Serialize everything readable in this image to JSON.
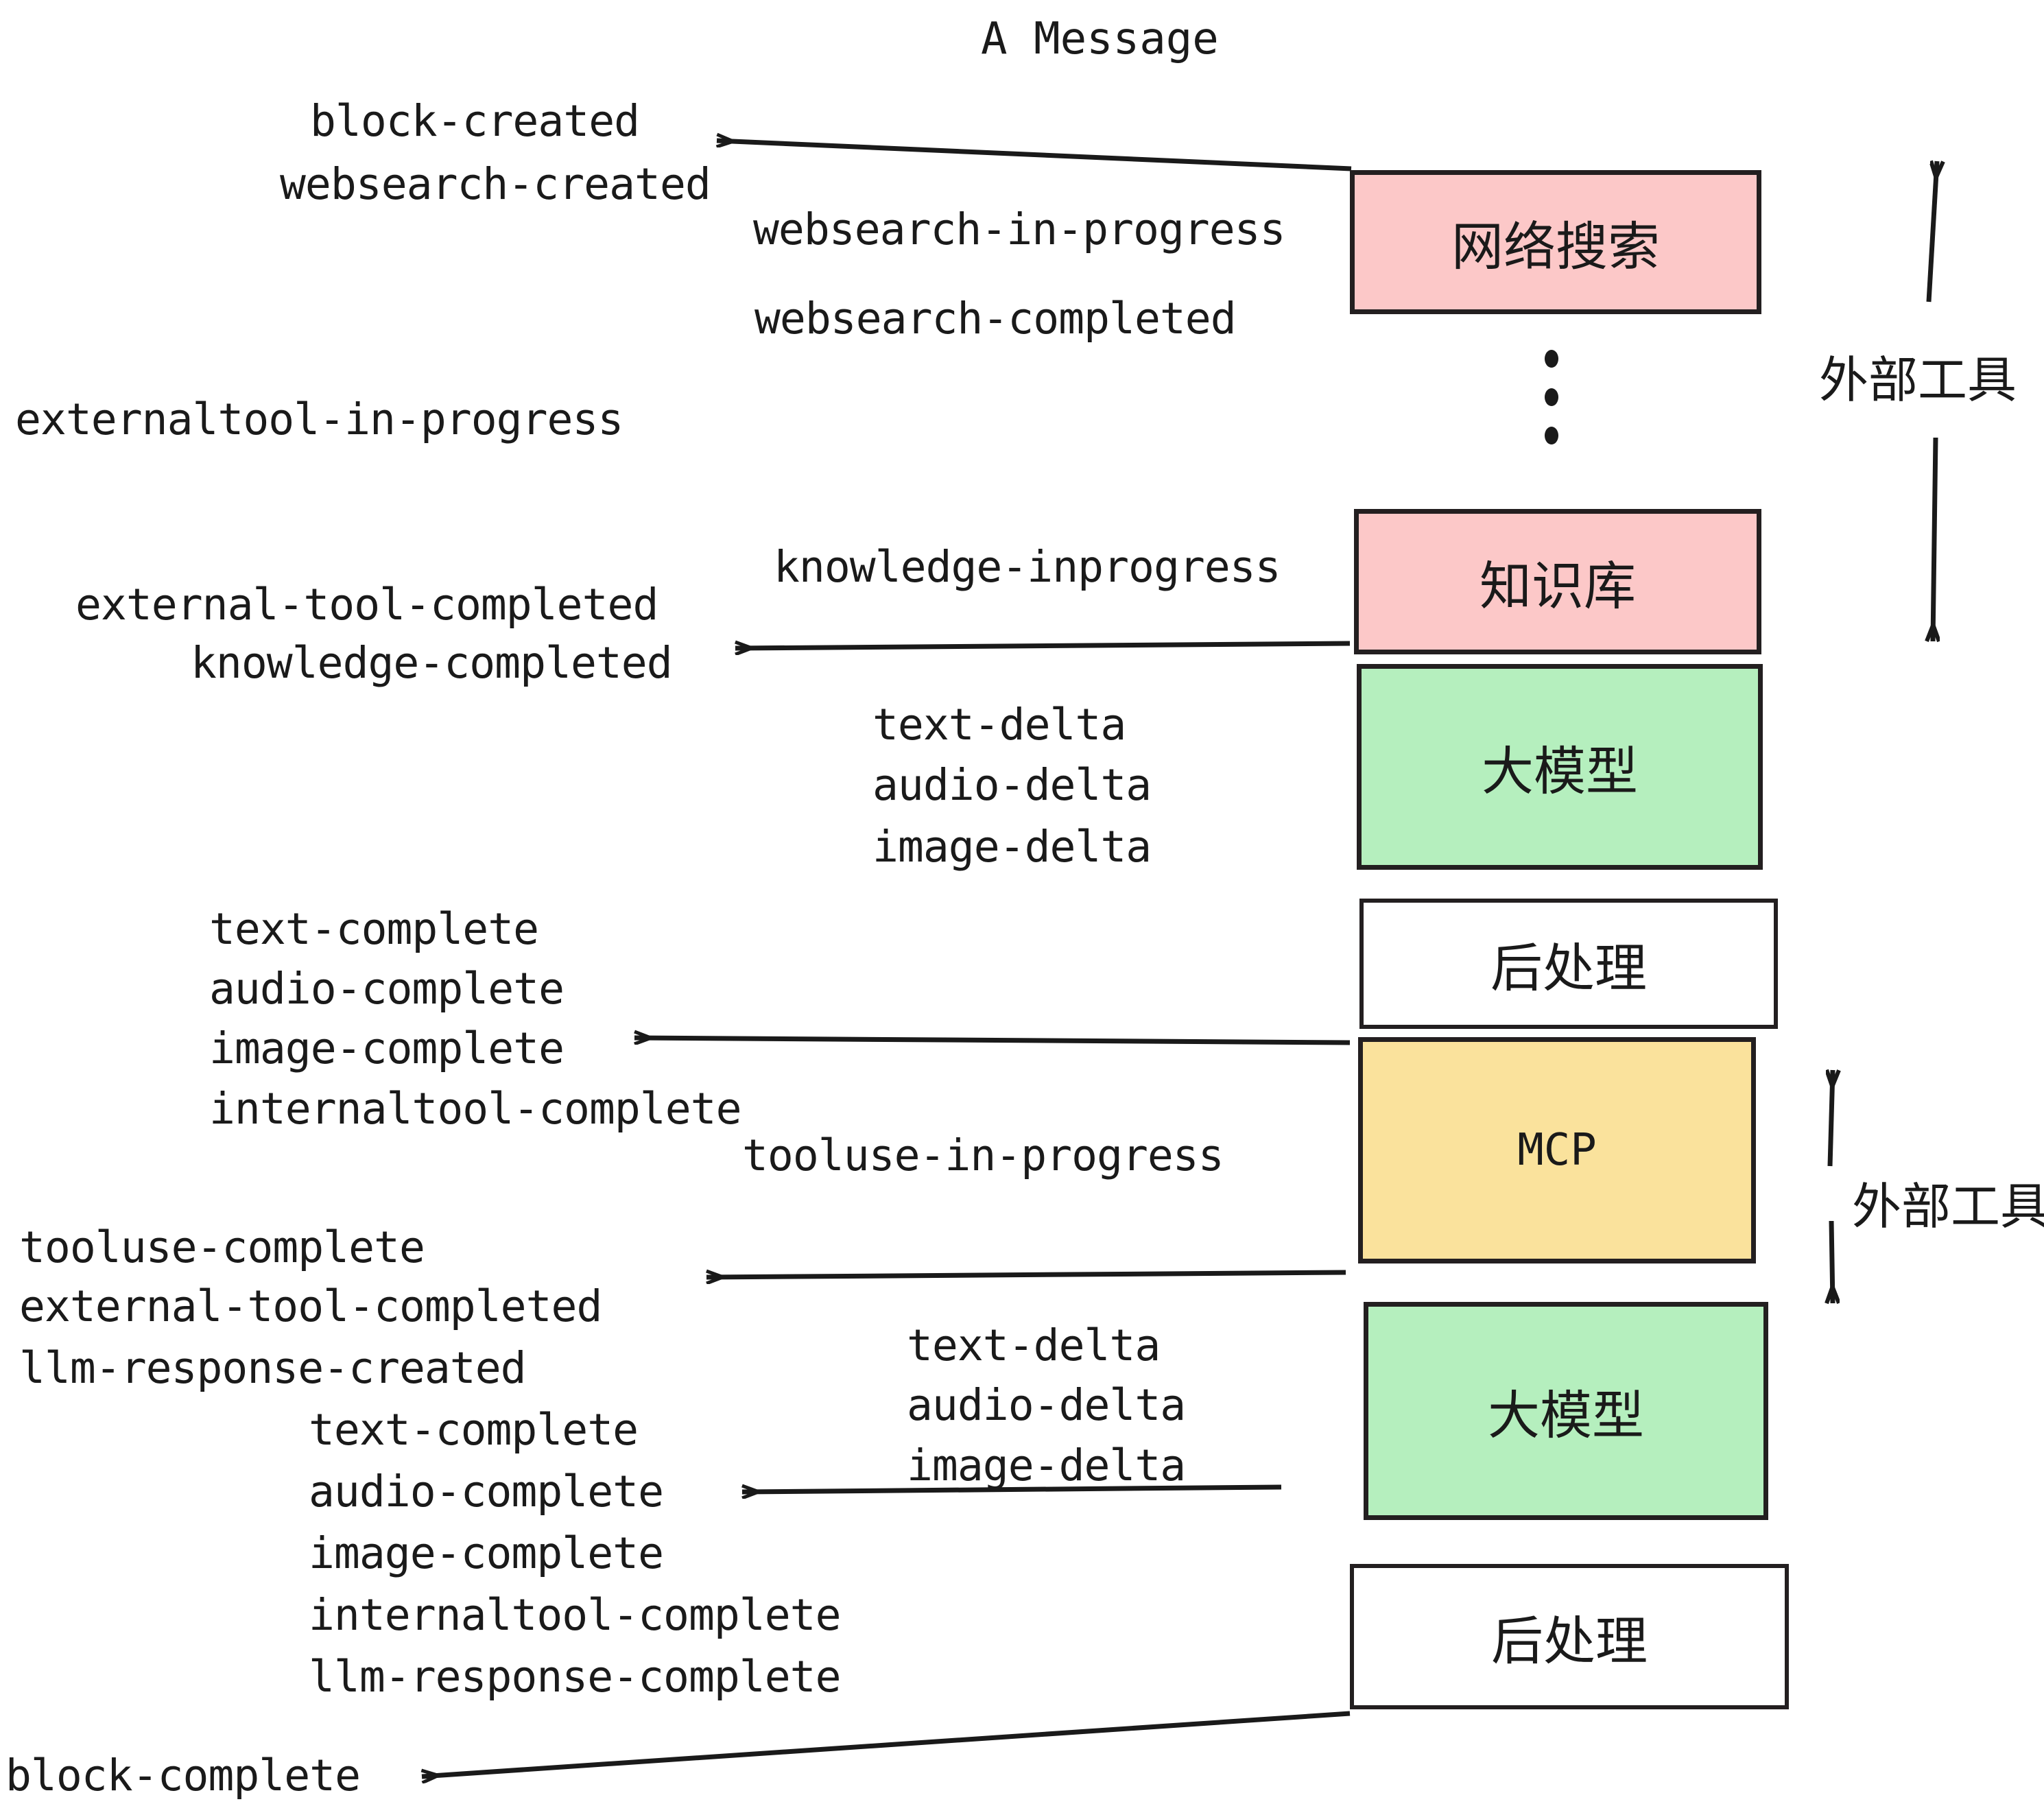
{
  "title": "A Message",
  "colors": {
    "pink": "#FCC8C8",
    "green": "#B5EFBE",
    "yellow": "#FAE29C",
    "white": "#FFFFFF",
    "stroke": "#231f20",
    "text": "#1a1a1a"
  },
  "boxes": [
    {
      "label": "网络搜索",
      "fill": "pink"
    },
    {
      "label": "知识库",
      "fill": "pink"
    },
    {
      "label": "大模型",
      "fill": "green"
    },
    {
      "label": "后处理",
      "fill": "white"
    },
    {
      "label": "MCP",
      "fill": "yellow"
    },
    {
      "label": "大模型",
      "fill": "green"
    },
    {
      "label": "后处理",
      "fill": "white"
    }
  ],
  "side_labels": [
    {
      "label": "外部工具"
    },
    {
      "label": "外部工具"
    }
  ],
  "events": [
    {
      "text": "block-created"
    },
    {
      "text": "websearch-created"
    },
    {
      "text": "websearch-in-progress"
    },
    {
      "text": "websearch-completed"
    },
    {
      "text": "externaltool-in-progress"
    },
    {
      "text": "knowledge-inprogress"
    },
    {
      "text": "external-tool-completed"
    },
    {
      "text": "knowledge-completed"
    },
    {
      "text": "text-delta"
    },
    {
      "text": "audio-delta"
    },
    {
      "text": "image-delta"
    },
    {
      "text": "text-complete"
    },
    {
      "text": "audio-complete"
    },
    {
      "text": "image-complete"
    },
    {
      "text": "internaltool-complete"
    },
    {
      "text": "tooluse-in-progress"
    },
    {
      "text": "tooluse-complete"
    },
    {
      "text": "external-tool-completed"
    },
    {
      "text": "llm-response-created"
    },
    {
      "text": "text-delta"
    },
    {
      "text": "audio-delta"
    },
    {
      "text": "image-delta"
    },
    {
      "text": "text-complete"
    },
    {
      "text": "audio-complete"
    },
    {
      "text": "image-complete"
    },
    {
      "text": "internaltool-complete"
    },
    {
      "text": "llm-response-complete"
    },
    {
      "text": "block-complete"
    }
  ]
}
